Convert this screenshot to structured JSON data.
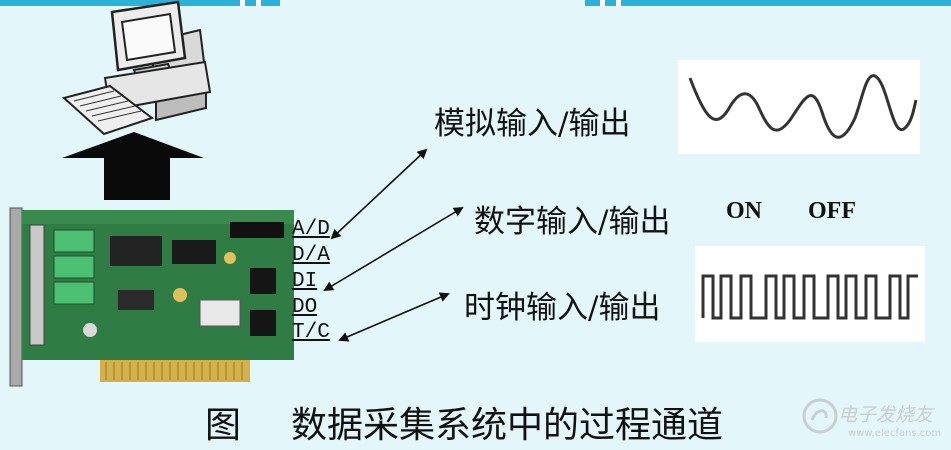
{
  "channels": {
    "analog": {
      "label": "模拟输入/输出"
    },
    "digital": {
      "label": "数字输入/输出",
      "on": "ON",
      "off": "OFF"
    },
    "clock": {
      "label": "时钟输入/输出"
    }
  },
  "ports": [
    "A/D",
    "D/A",
    "DI",
    "DO",
    "T/C"
  ],
  "caption": {
    "prefix": "图",
    "text": "数据采集系统中的过程通道"
  },
  "watermark": {
    "text": "电子发烧友",
    "url": "www.elecfans.com"
  },
  "colors": {
    "background": "#e3f7fb",
    "accent_bar": "#2ab2d8",
    "board": "#2f7d44"
  }
}
